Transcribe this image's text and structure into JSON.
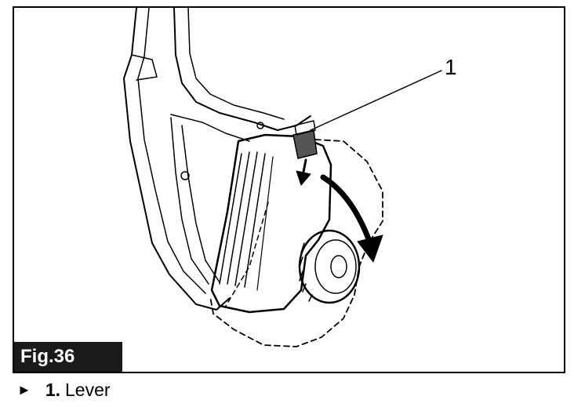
{
  "figure": {
    "label": "Fig.36",
    "callout_number": "1"
  },
  "legend": {
    "marker": "►",
    "items": [
      {
        "number": "1.",
        "text": "Lever"
      }
    ]
  },
  "colors": {
    "line": "#000000",
    "lever_fill": "#555555",
    "label_bg": "#1a1a1a",
    "label_text": "#ffffff"
  }
}
